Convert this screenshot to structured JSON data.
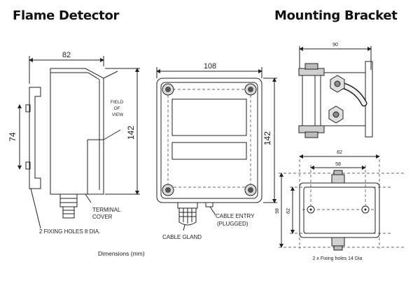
{
  "titles": {
    "flame_detector": "Flame Detector",
    "mounting_bracket": "Mounting Bracket"
  },
  "flame_detector": {
    "side_width": "82",
    "side_height": "142",
    "side_mount_height": "74",
    "field_of_view": [
      "FIELD",
      "OF",
      "VIEW"
    ],
    "terminal_cover": [
      "TERMINAL",
      "COVER"
    ],
    "fixing_holes": "2 FIXING HOLES 8 DIA.",
    "front_width": "108",
    "front_height": "142",
    "cable_entry": [
      "CABLE ENTRY",
      "(PLUGGED)"
    ],
    "cable_gland": "CABLE GLAND",
    "units_note": "Dimensions (mm)"
  },
  "mounting_bracket": {
    "side_width": "90",
    "base_outer_width": "82",
    "base_inner_width": "58",
    "base_outer_height": "98",
    "base_inner_height": "62",
    "fixing_holes": "2 x Fixing holes 14 Dia"
  }
}
